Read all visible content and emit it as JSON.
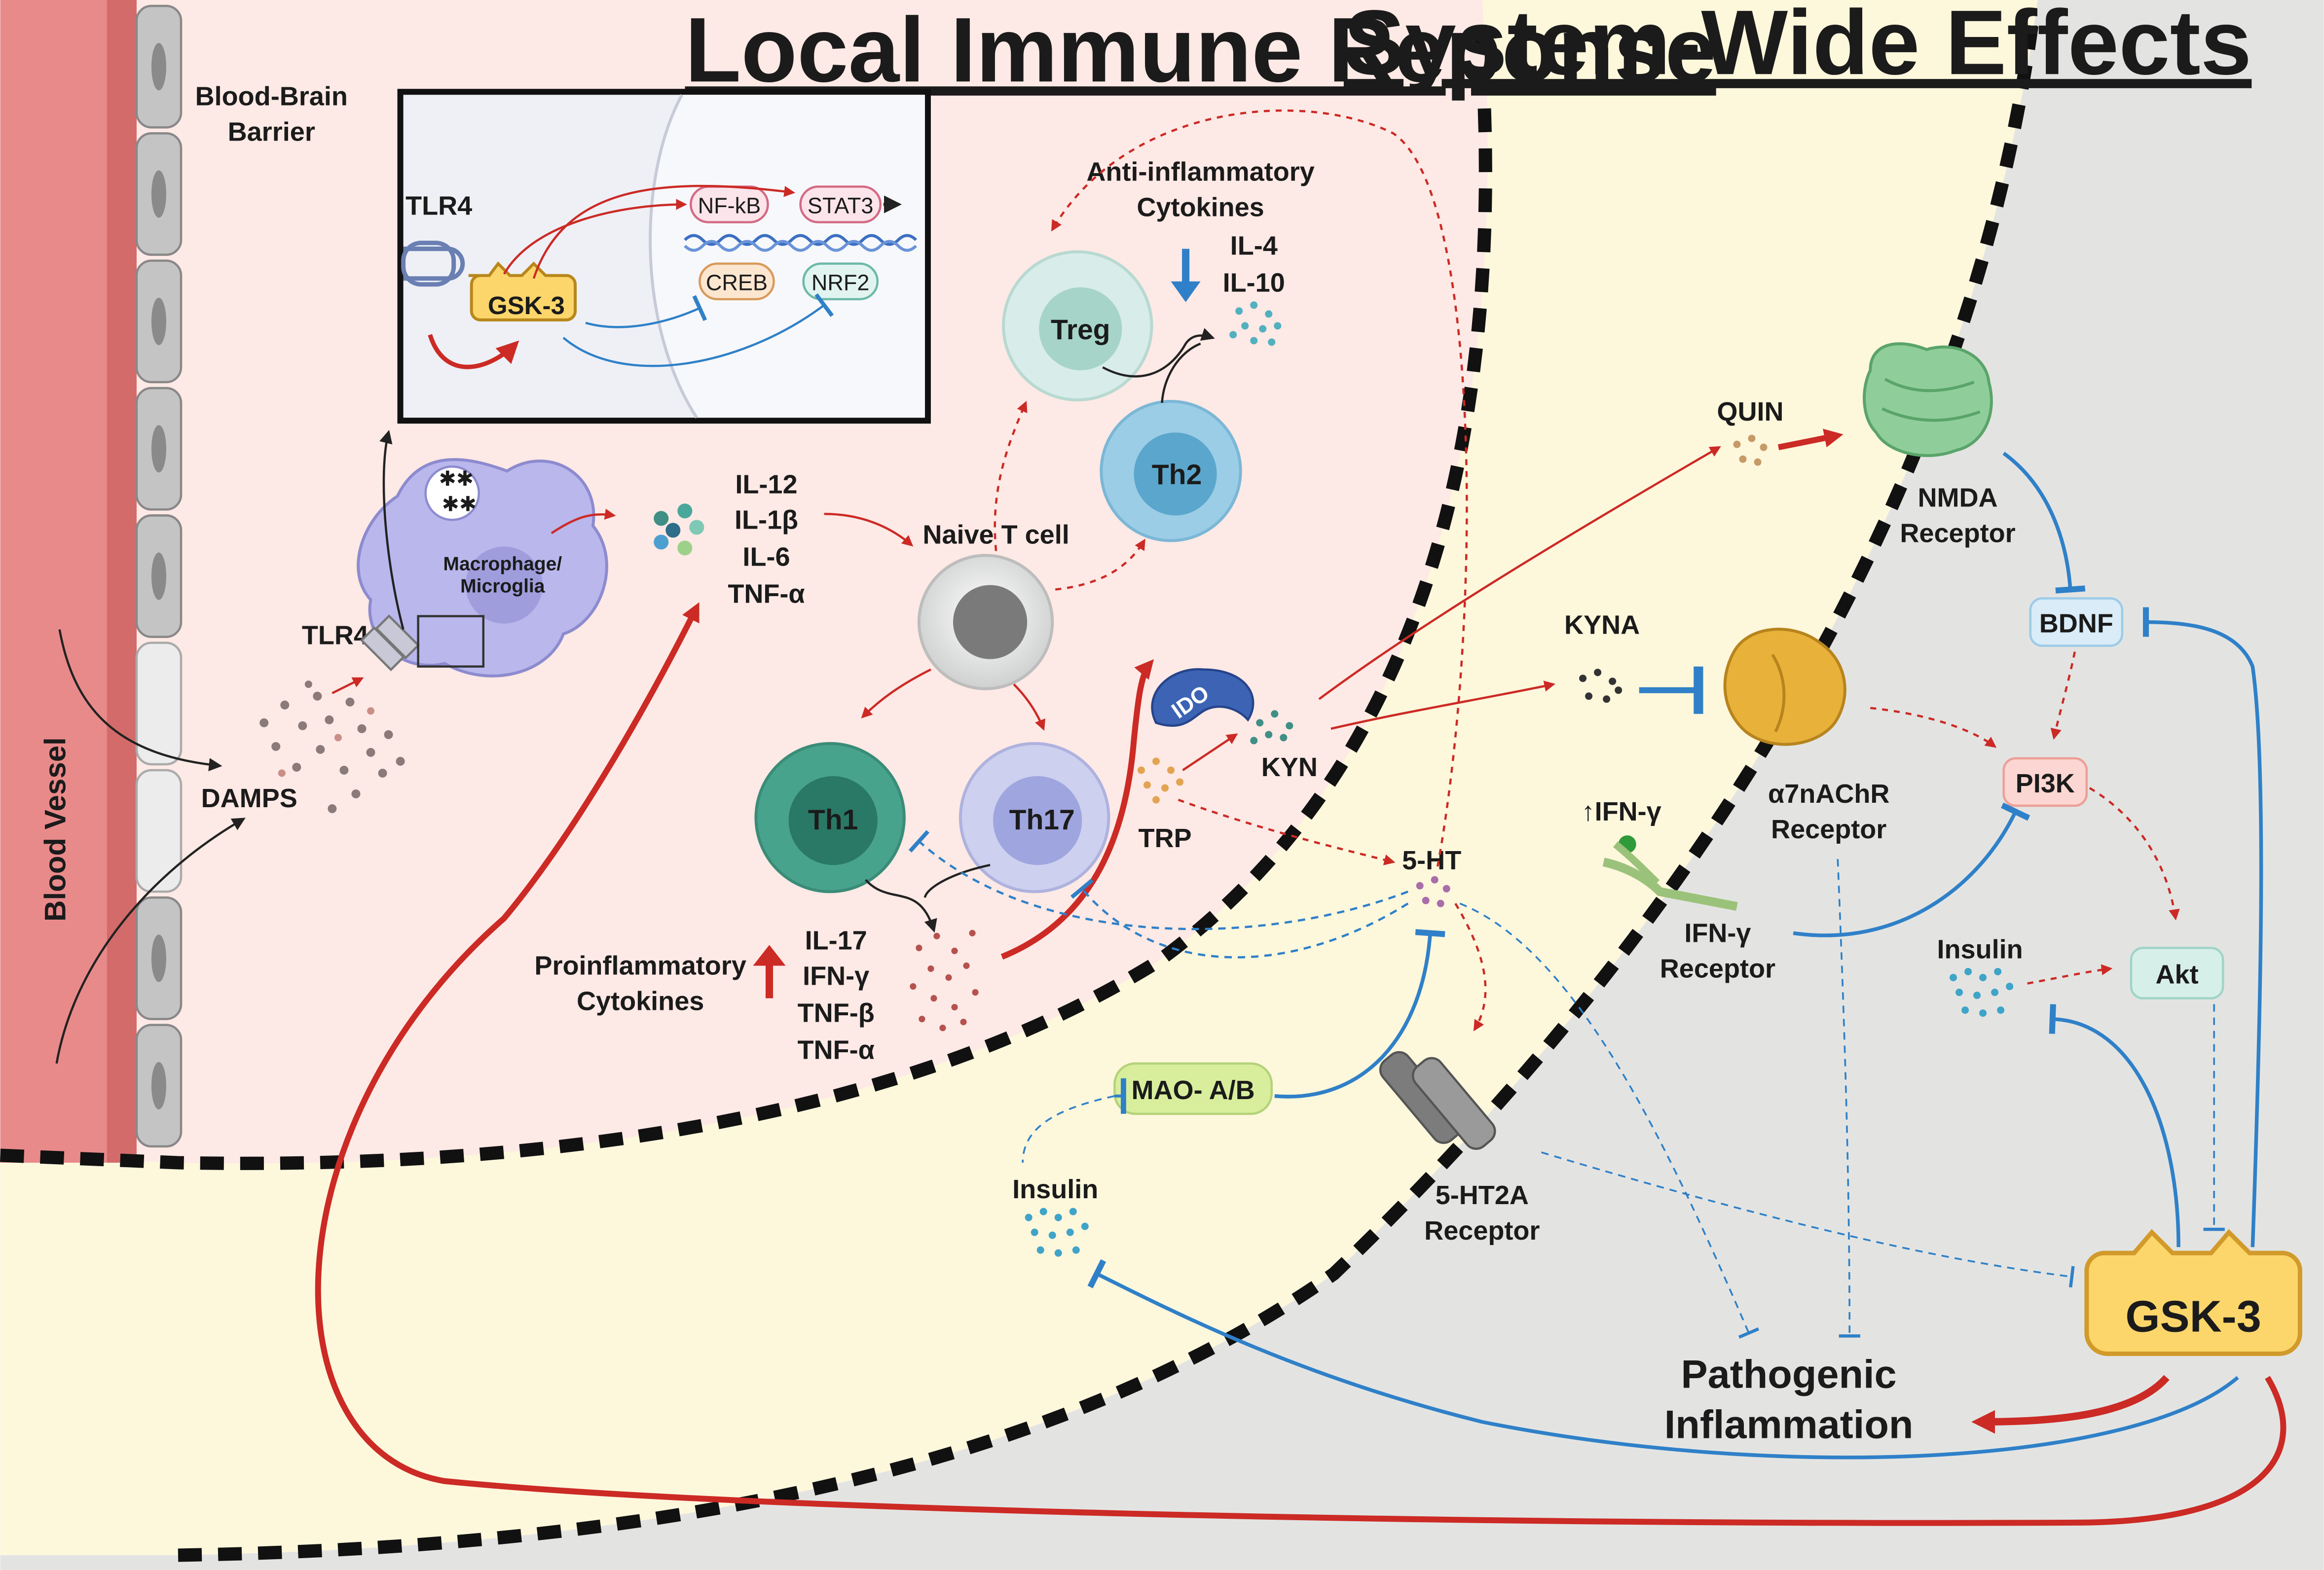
{
  "sections": {
    "local": "Local Immune Reponse",
    "systemic": "System-Wide Effects"
  },
  "labels": {
    "blood_vessel": "Blood Vessel",
    "bbb": [
      "Blood-Brain",
      "Barrier"
    ],
    "damps": "DAMPS",
    "tlr4_cell": "TLR4",
    "tlr4_box": "TLR4",
    "macrophage": [
      "Macrophage/",
      "Microglia"
    ],
    "gsk3_box": "GSK-3",
    "nfkb": "NF-kB",
    "stat3": "STAT3",
    "creb": "CREB",
    "nrf2": "NRF2",
    "cytokines_macro": [
      "IL-12",
      "IL-1β",
      "IL-6",
      "TNF-α"
    ],
    "naive_t": "Naive T cell",
    "treg": "Treg",
    "th2": "Th2",
    "th1": "Th1",
    "th17": "Th17",
    "anti_inflam": [
      "Anti-inflammatory",
      "Cytokines"
    ],
    "anti_list": [
      "IL-4",
      "IL-10"
    ],
    "proinflam": [
      "Proinflammatory",
      "Cytokines"
    ],
    "pro_list": [
      "IL-17",
      "IFN-γ",
      "TNF-β",
      "TNF-α"
    ],
    "ido": "IDO",
    "kyn": "KYN",
    "trp": "TRP",
    "ht5": "5-HT",
    "mao": "MAO- A/B",
    "insulin_left": "Insulin",
    "ht2a": [
      "5-HT2A",
      "Receptor"
    ],
    "quin": "QUIN",
    "kyna": "KYNA",
    "nmda": [
      "NMDA",
      "Receptor"
    ],
    "a7": [
      "α7nAChR",
      "Receptor"
    ],
    "ifng_up": "↑IFN-γ",
    "ifng_rec": [
      "IFN-γ",
      "Receptor"
    ],
    "bdnf": "BDNF",
    "pi3k": "PI3K",
    "akt": "Akt",
    "insulin_right": "Insulin",
    "gsk3_main": "GSK-3",
    "pathogenic": [
      "Pathogenic",
      "Inflammation"
    ]
  },
  "colors": {
    "vessel": "#e98a8a",
    "local_zone": "#fde9e5",
    "systemic_zone": "#fdf7dc",
    "grey_zone": "#e3e4e2",
    "activation_arrow": "#cc2a25",
    "inhibition": "#2f80c8",
    "gsk3_fill": "#fcd66a",
    "cell_light": "#d7e8ee"
  }
}
